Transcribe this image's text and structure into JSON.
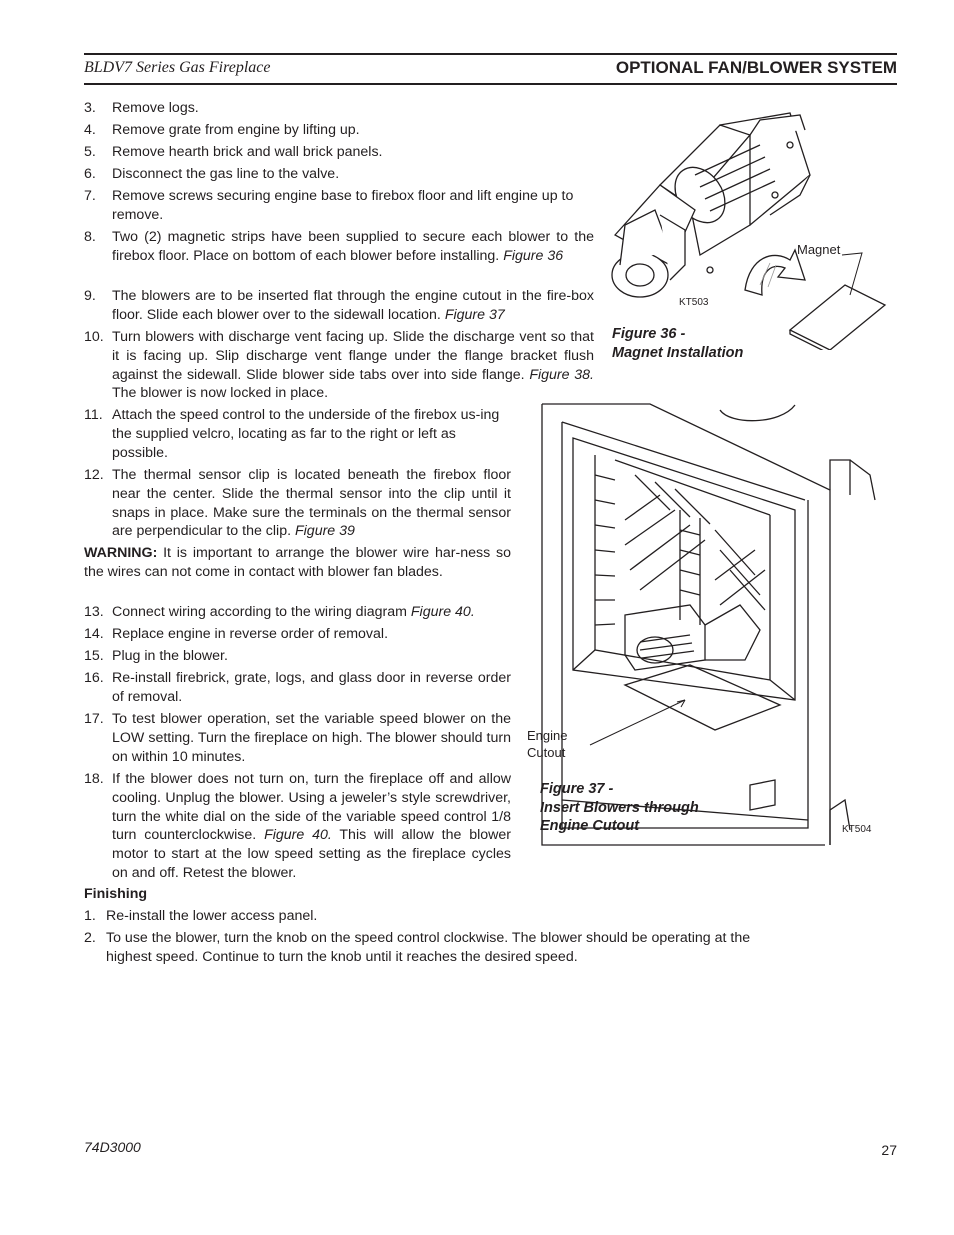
{
  "header": {
    "left_title": "BLDV7 Series Gas Fireplace",
    "right_title": "OPTIONAL FAN/BLOWER SYSTEM"
  },
  "steps": [
    {
      "num": "3.",
      "text": "Remove logs."
    },
    {
      "num": "4.",
      "text": "Remove grate from engine by lifting up."
    },
    {
      "num": "5.",
      "text": "Remove hearth brick and wall brick panels."
    },
    {
      "num": "6.",
      "text": "Disconnect the gas line to the valve."
    },
    {
      "num": "7.",
      "text": "Remove screws securing engine base to firebox floor and lift engine up to remove."
    },
    {
      "num": "8.",
      "text": "Two (2) magnetic strips have been supplied to secure each blower to the firebox floor. Place on bottom of each blower before installing.",
      "ref": "Figure 36"
    },
    {
      "num": "9.",
      "text": "The blowers are to be inserted flat through the engine cutout in the fire-box floor. Slide each blower over to the sidewall location.",
      "ref": "Figure 37"
    },
    {
      "num": "10.",
      "text": "Turn blowers with discharge vent facing up. Slide the discharge vent so that it is facing up. Slip discharge vent flange under the flange bracket flush against the sidewall. Slide blower side tabs over into side flange.",
      "ref": "Figure 38.",
      "tail": "The blower is now locked in place."
    },
    {
      "num": "11.",
      "text": "Attach the speed control to the underside of the firebox us-ing the supplied velcro, locating as far to the right or left as possible."
    },
    {
      "num": "12.",
      "text": "The thermal sensor clip is located beneath the firebox floor near the center. Slide the thermal sensor into the clip until it snaps in place.  Make sure the terminals on the thermal sensor are perpendicular to the clip.",
      "ref": "Figure 39"
    },
    {
      "num": "13.",
      "text": "Connect wiring according to the wiring diagram",
      "ref": "Figure 40."
    },
    {
      "num": "14.",
      "text": "Replace engine in reverse order of removal."
    },
    {
      "num": "15.",
      "text": "Plug in the blower."
    },
    {
      "num": "16.",
      "text": "Re-install firebrick, grate, logs, and glass door in reverse order of removal."
    },
    {
      "num": "17.",
      "text": "To test blower operation, set the variable speed blower on the LOW setting. Turn the fireplace on high. The blower should turn on within 10 minutes."
    },
    {
      "num": "18.",
      "text": "If the blower does not turn on, turn the fireplace off and allow cooling. Unplug the blower. Using a jeweler’s style screwdriver, turn the white dial on the side of the variable speed control 1/8 turn counterclockwise.",
      "ref": "Figure 40.",
      "tail": "This will allow the blower motor to start at the low speed setting as the fireplace cycles on and off. Retest the blower."
    }
  ],
  "warning": {
    "label": "WARNING:",
    "text": "It is important to arrange the blower wire har-ness so the wires can not come in contact with blower fan blades."
  },
  "finishing": {
    "heading": "Finishing",
    "items": [
      {
        "num": "1.",
        "text": "Re-install the lower access panel."
      },
      {
        "num": "2.",
        "text": "To use the blower, turn the knob on the speed control clockwise. The blower should be operating at the highest speed. Continue to turn the knob until it reaches the desired speed."
      }
    ]
  },
  "figure36": {
    "caption_line1": "Figure 36 -",
    "caption_line2": "Magnet Installation",
    "label_magnet": "Magnet",
    "code": "KT503"
  },
  "figure37": {
    "caption_line1": "Figure 37 -",
    "caption_line2": "Insert Blowers through",
    "caption_line3": "Engine Cutout",
    "label_engine": "Engine",
    "label_cutout": "Cutout",
    "code": "KT504"
  },
  "footer": {
    "doc_number": "74D3000",
    "page_number": "27"
  }
}
